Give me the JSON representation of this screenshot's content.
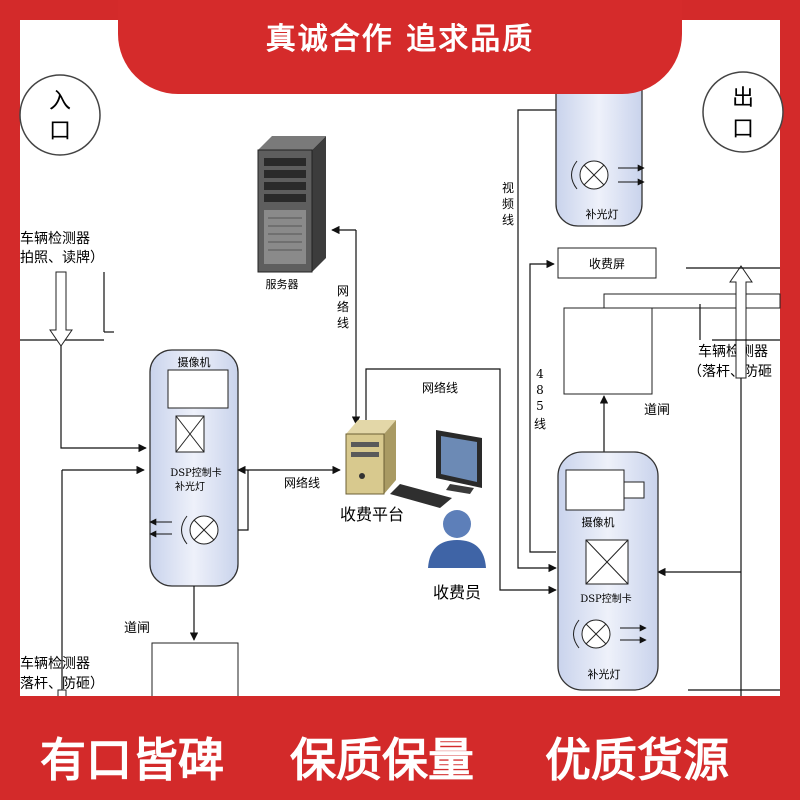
{
  "banner": {
    "title": "真诚合作 追求品质"
  },
  "footer": {
    "left": "有口皆碑",
    "middle": "保质保量",
    "right": "优质货源"
  },
  "diagram": {
    "entrance": [
      "入",
      "口"
    ],
    "exit": [
      "出",
      "口"
    ],
    "server": "服务器",
    "network_line": [
      "网",
      "络",
      "线"
    ],
    "network_line_h1": "网络线",
    "network_line_h2": "网络线",
    "video_line": [
      "视",
      "频",
      "线"
    ],
    "bus_485": [
      "4",
      "8",
      "5",
      "线"
    ],
    "fee_display": "收费屏",
    "gate_left": "道闸",
    "gate_right": "道闸",
    "toll_platform": "收费平台",
    "toll_collector": "收费员",
    "left_cam_unit": {
      "camera": "摄像机",
      "dsp": "DSP控制卡",
      "fill_light": "补光灯"
    },
    "right_cam_unit": {
      "camera": "摄像机",
      "dsp": "DSP控制卡",
      "fill_light": "补光灯"
    },
    "top_right_unit": {
      "fill_light": "补光灯"
    },
    "left_detector_top": [
      "车辆检测器",
      "拍照、读牌）"
    ],
    "left_detector_bottom": [
      "车辆检测器",
      "落杆、防砸）"
    ],
    "right_detector": [
      "车辆检测器",
      "（落杆、防砸"
    ]
  }
}
